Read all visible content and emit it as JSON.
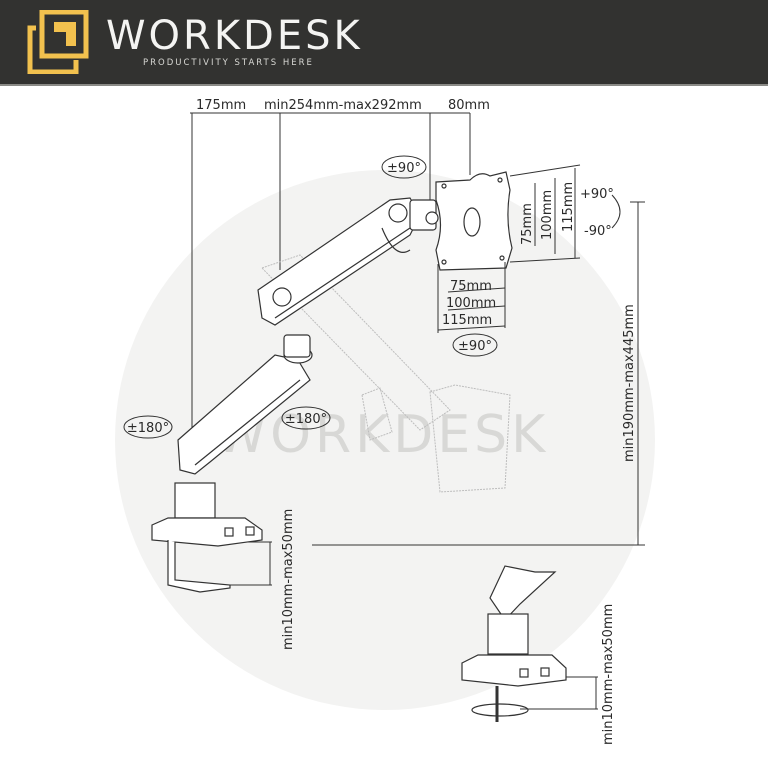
{
  "header": {
    "brand": "WORKDESK",
    "tagline": "PRODUCTIVITY STARTS HERE",
    "logo_icon": "nested-squares-logo-icon",
    "colors": {
      "background": "#323230",
      "accent": "#F2C14E",
      "text": "#F4F4F2"
    }
  },
  "diagram": {
    "watermark": "WORKDESK",
    "dimensions": {
      "top_left": "175mm",
      "top_middle": "min254mm-max292mm",
      "top_right": "80mm",
      "height_range": "min190mm-max445mm",
      "clamp_range_left": "min10mm-max50mm",
      "clamp_range_right": "min10mm-max50mm"
    },
    "vesa": {
      "horizontal": [
        "75mm",
        "100mm",
        "115mm"
      ],
      "vertical": [
        "75mm",
        "100mm",
        "115mm"
      ]
    },
    "rotations": {
      "swivel_top": "±90°",
      "swivel_bottom": "±90°",
      "tilt_up": "+90°",
      "tilt_down": "-90°",
      "base": "±180°",
      "elbow": "±180°"
    }
  }
}
